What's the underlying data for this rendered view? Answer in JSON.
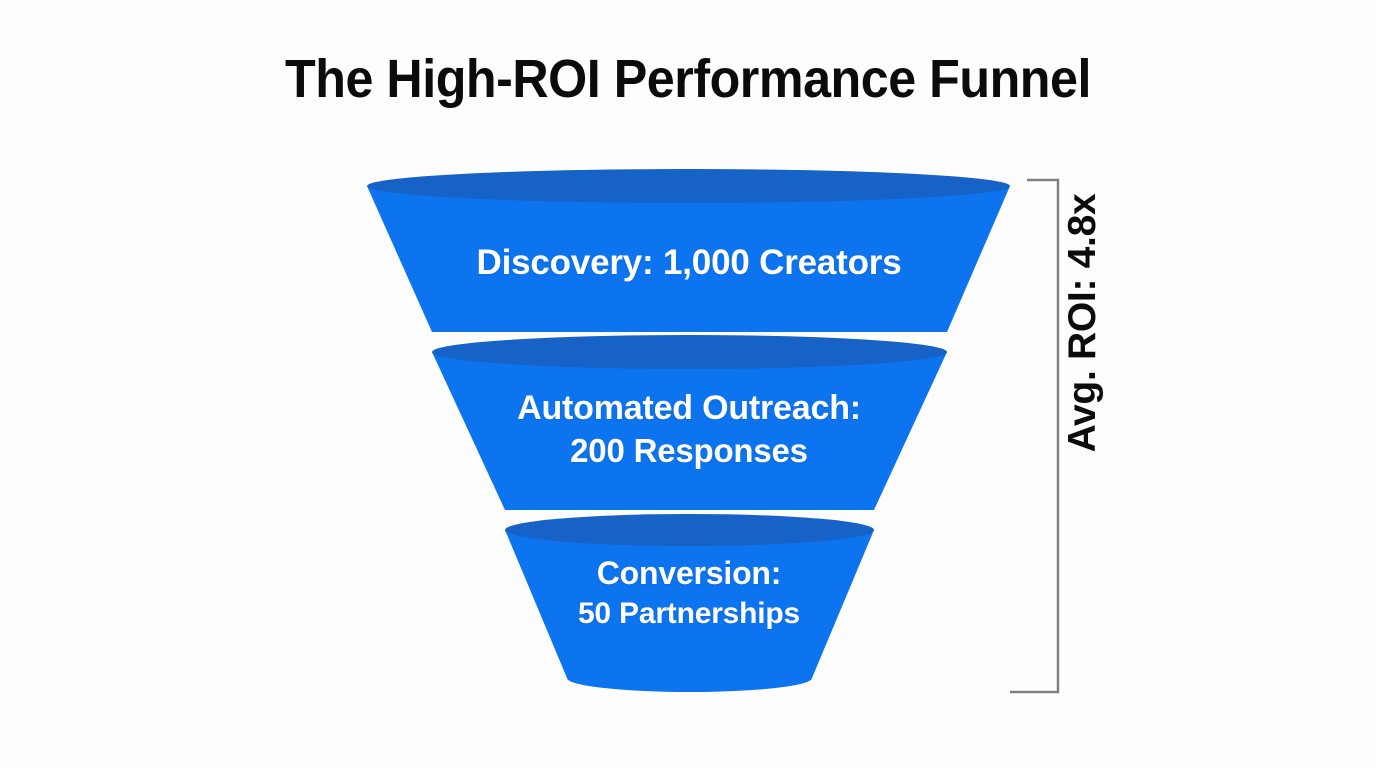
{
  "page": {
    "title": "The High-ROI Performance Funnel",
    "background_color": "#fdfdfd",
    "text_color": "#0b0b0c"
  },
  "funnel": {
    "body_color": "#0d74f0",
    "rim_color": "#1662c6",
    "label_color": "#ffffff",
    "stages": [
      {
        "id": "discovery",
        "line1": "Discovery: 1,000 Creators",
        "line2": "",
        "stage_name": "Discovery",
        "count": "1,000",
        "unit": "Creators"
      },
      {
        "id": "automated-outreach",
        "line1": "Automated Outreach:",
        "line2": "200 Responses",
        "stage_name": "Automated Outreach",
        "count": "200",
        "unit": "Responses"
      },
      {
        "id": "conversion",
        "line1": "Conversion:",
        "line2": "50 Partnerships",
        "stage_name": "Conversion",
        "count": "50",
        "unit": "Partnerships"
      }
    ]
  },
  "roi_bracket": {
    "label": "Avg. ROI: 4.8x",
    "metric_name": "Avg. ROI",
    "value": "4.8x",
    "line_color": "#808080"
  },
  "chart_data": {
    "type": "funnel",
    "title": "The High-ROI Performance Funnel",
    "categories": [
      "Discovery",
      "Automated Outreach",
      "Conversion"
    ],
    "values": [
      1000,
      200,
      50
    ],
    "value_labels": [
      "1,000 Creators",
      "200 Responses",
      "50 Partnerships"
    ],
    "units": [
      "Creators",
      "Responses",
      "Partnerships"
    ],
    "annotations": [
      {
        "text": "Avg. ROI: 4.8x",
        "position": "right",
        "orientation": "vertical"
      }
    ],
    "legend": "none",
    "grid": false
  }
}
